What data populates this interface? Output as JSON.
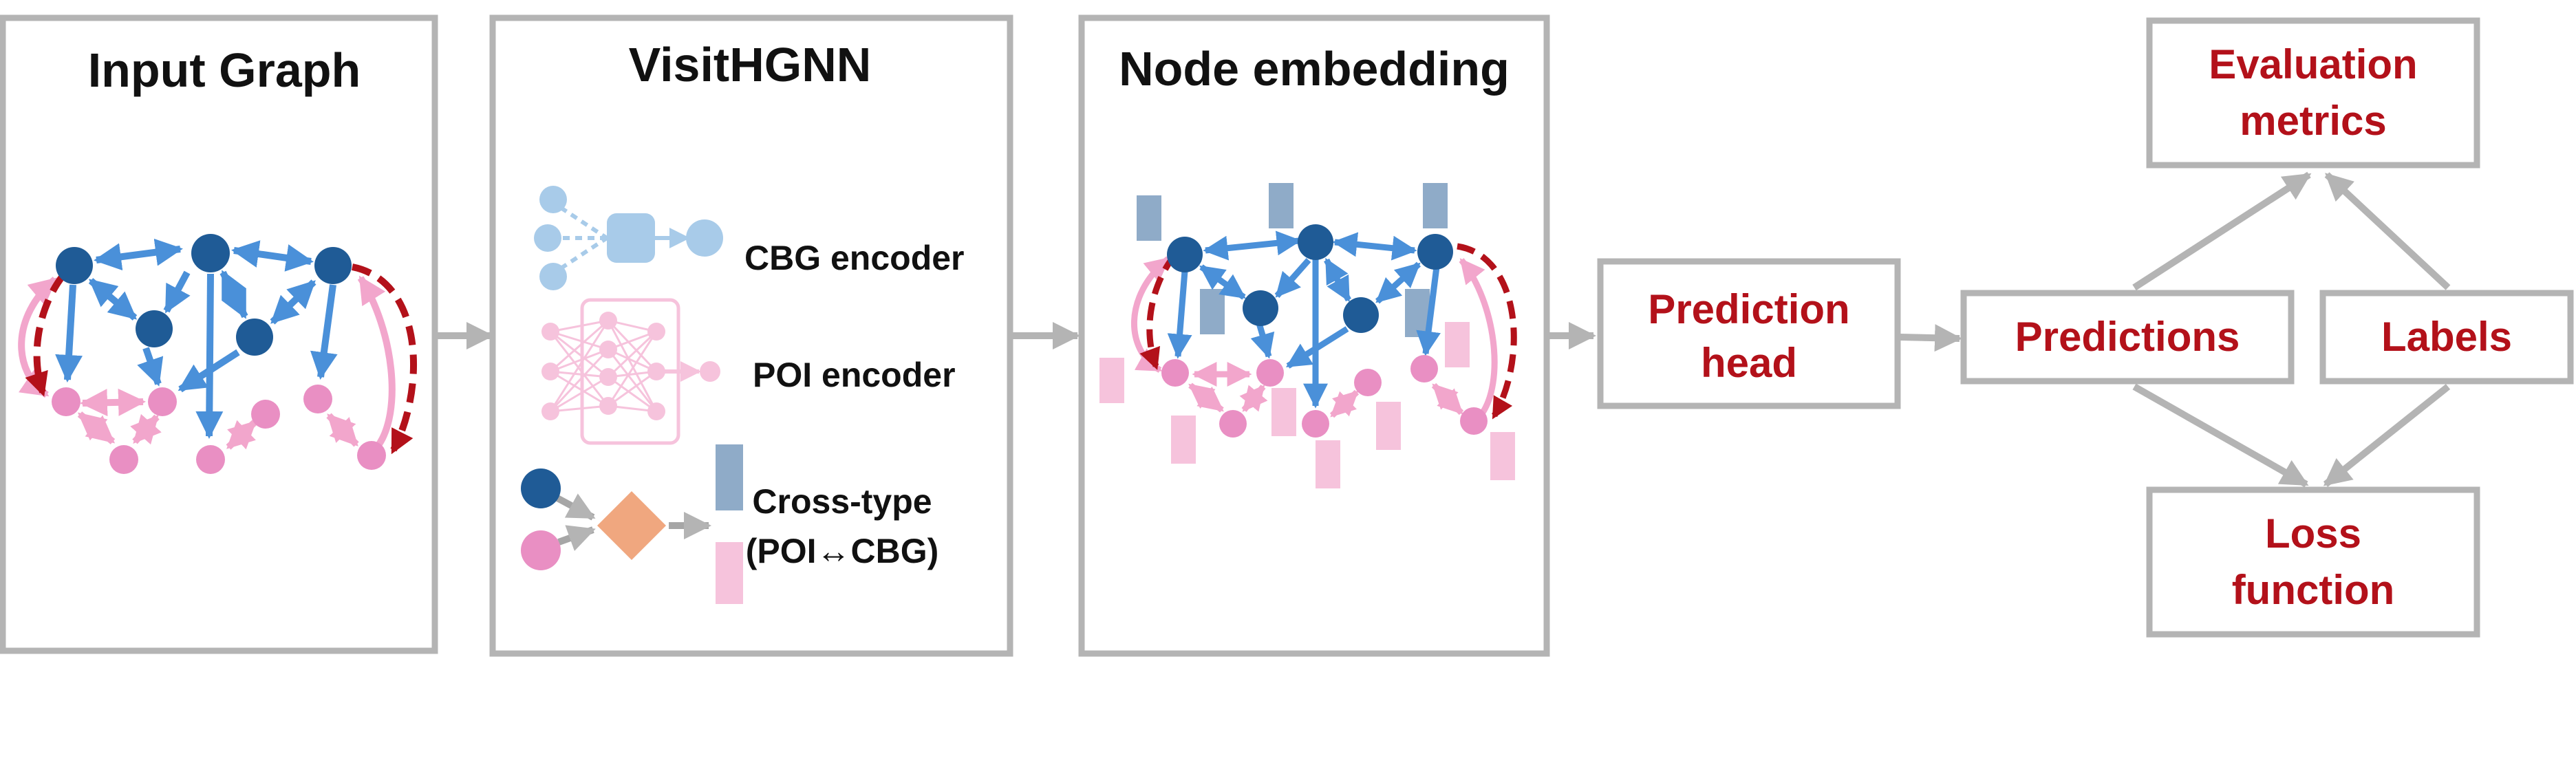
{
  "panels": {
    "input_graph": {
      "title": "Input Graph"
    },
    "visithgnn": {
      "title": "VisitHGNN",
      "cbg_encoder": "CBG encoder",
      "poi_encoder": "POI encoder",
      "cross_type_line1": "Cross-type",
      "cross_type_line2": "(POI↔CBG)"
    },
    "node_embedding": {
      "title": "Node embedding"
    }
  },
  "pipeline": {
    "prediction_head_line1": "Prediction",
    "prediction_head_line2": "head",
    "predictions": "Predictions",
    "labels": "Labels",
    "evaluation_line1": "Evaluation",
    "evaluation_line2": "metrics",
    "loss_line1": "Loss",
    "loss_line2": "function"
  },
  "colors": {
    "panel_border": "#b4b4b4",
    "cbg_node": "#1f5b96",
    "poi_node": "#e98fc3",
    "blue_edge": "#4a90d9",
    "pink_edge": "#f2a6cc",
    "red_dashed_edge": "#b3111a",
    "accent_text": "#b3111a",
    "cross_diamond": "#f0a77f",
    "cbg_embedding": "#8fabc8",
    "poi_embedding": "#f6c3dc"
  }
}
